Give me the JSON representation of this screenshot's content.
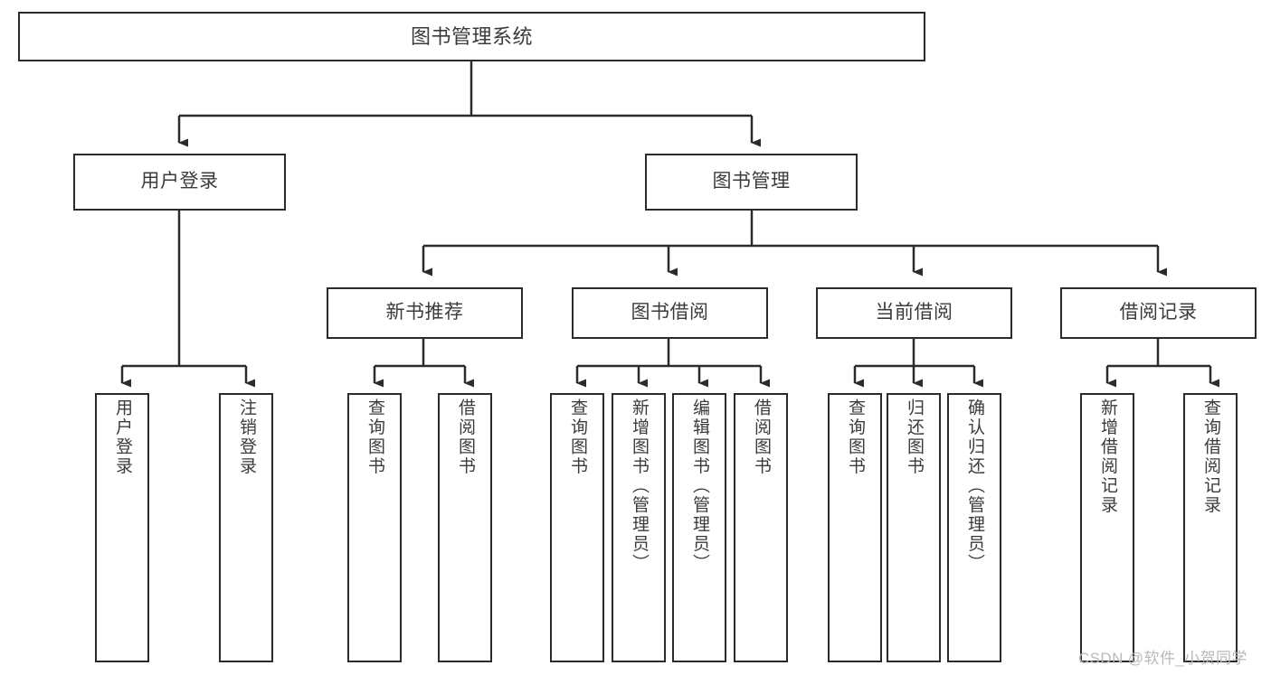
{
  "diagram": {
    "type": "hierarchy-tree",
    "title": "图书管理系统",
    "theme": {
      "background": "#ffffff",
      "box_border": "#2b2b2b",
      "box_fill": "#ffffff",
      "text": "#3b3b3b",
      "connector": "#2b2b2b",
      "watermark": "#b9b9b9"
    },
    "levels": {
      "root": {
        "label": "图书管理系统"
      },
      "level2": [
        {
          "label": "用户登录"
        },
        {
          "label": "图书管理"
        }
      ],
      "level3": [
        {
          "label": "新书推荐"
        },
        {
          "label": "图书借阅"
        },
        {
          "label": "当前借阅"
        },
        {
          "label": "借阅记录"
        }
      ],
      "leaves": {
        "user_login": [
          {
            "label": "用户登录"
          },
          {
            "label": "注销登录"
          }
        ],
        "new_book_recommend": [
          {
            "label": "查询图书"
          },
          {
            "label": "借阅图书"
          }
        ],
        "book_borrow": [
          {
            "label": "查询图书"
          },
          {
            "label": "新增图书（管理员）"
          },
          {
            "label": "编辑图书（管理员）"
          },
          {
            "label": "借阅图书"
          }
        ],
        "current_borrow": [
          {
            "label": "查询图书"
          },
          {
            "label": "归还图书"
          },
          {
            "label": "确认归还（管理员）"
          }
        ],
        "borrow_record": [
          {
            "label": "新增借阅记录"
          },
          {
            "label": "查询借阅记录"
          }
        ]
      }
    },
    "watermark": "CSDN @软件_小贺同学"
  }
}
